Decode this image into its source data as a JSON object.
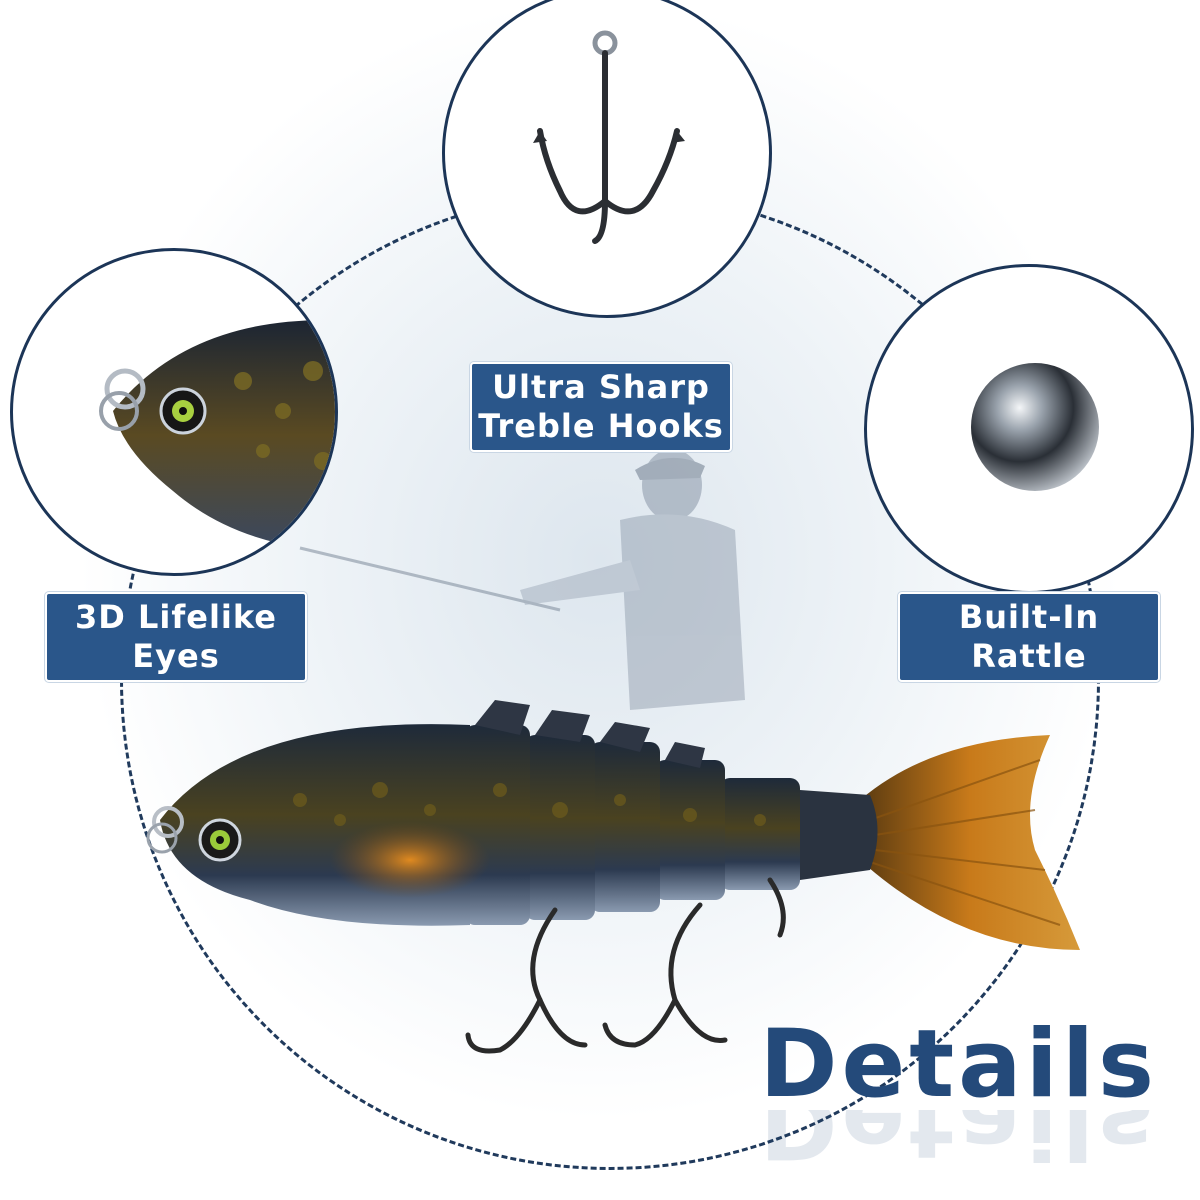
{
  "features": {
    "hooks": {
      "line1": "Ultra Sharp",
      "line2": "Treble Hooks"
    },
    "eyes": {
      "line1": "3D Lifelike",
      "line2": "Eyes"
    },
    "rattle": {
      "line1": "Built-In",
      "line2": "Rattle"
    }
  },
  "title": "Details",
  "colors": {
    "label_bg": "#2a568a",
    "circle_border": "#1c3557",
    "title": "#244a7a"
  },
  "icons": [
    "treble-hook-icon",
    "steel-ball-icon",
    "lure-head-icon"
  ]
}
